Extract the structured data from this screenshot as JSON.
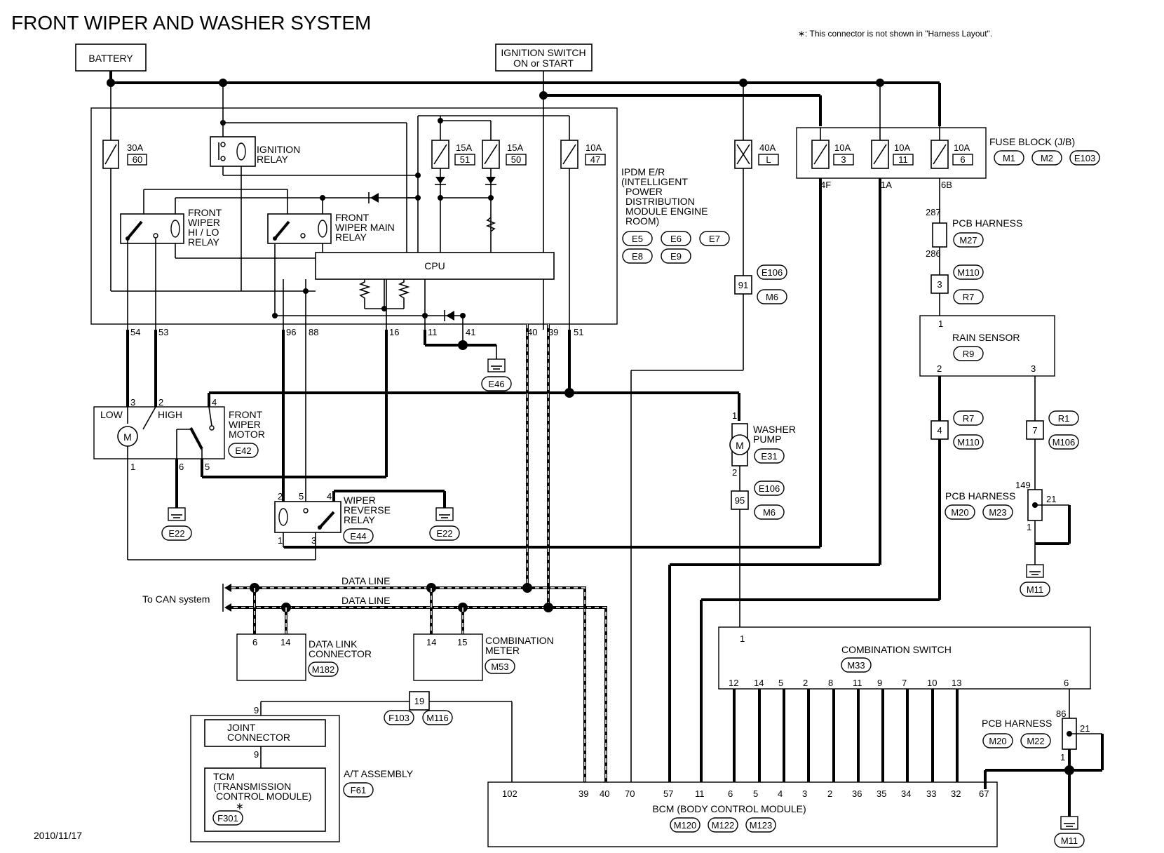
{
  "title": "FRONT WIPER AND WASHER SYSTEM",
  "note": "∗: This connector is not shown in \"Harness Layout\".",
  "date": "2010/11/17",
  "top": {
    "battery": "BATTERY",
    "ign_1": "IGNITION SWITCH",
    "ign_2": "ON or START"
  },
  "ipdm": {
    "lines": [
      "IPDM E/R",
      "(INTELLIGENT",
      "POWER",
      "DISTRIBUTION",
      "MODULE ENGINE",
      "ROOM)"
    ],
    "connectors": [
      "E5",
      "E6",
      "E7",
      "E8",
      "E9"
    ],
    "cpu": "CPU",
    "ign_relay": [
      "IGNITION",
      "RELAY"
    ],
    "hilo_relay": [
      "FRONT",
      "WIPER",
      "HI / LO",
      "RELAY"
    ],
    "main_relay": [
      "FRONT",
      "WIPER MAIN",
      "RELAY"
    ],
    "fuses": [
      {
        "amp": "30A",
        "no": "60"
      },
      {
        "amp": "15A",
        "no": "51"
      },
      {
        "amp": "15A",
        "no": "50"
      },
      {
        "amp": "10A",
        "no": "47"
      }
    ],
    "pins": [
      "54",
      "53",
      "96",
      "88",
      "16",
      "11",
      "41",
      "40",
      "39",
      "51"
    ]
  },
  "fusible": {
    "amp": "40A",
    "no": "L"
  },
  "fuse_block": {
    "label": "FUSE BLOCK (J/B)",
    "connectors": [
      "M1",
      "M2",
      "E103"
    ],
    "fuses": [
      {
        "amp": "10A",
        "no": "3",
        "pin": "4F"
      },
      {
        "amp": "10A",
        "no": "11",
        "pin": "1A"
      },
      {
        "amp": "10A",
        "no": "6",
        "pin": "6B"
      }
    ]
  },
  "ground_e46": "E46",
  "joint_91": {
    "no": "91",
    "c1": "E106",
    "c2": "M6"
  },
  "joint_95": {
    "no": "95",
    "c1": "E106",
    "c2": "M6"
  },
  "pcb_top": {
    "label": "PCB HARNESS",
    "conn": "M27",
    "p1": "287",
    "p2": "286"
  },
  "joint_3": {
    "no": "3",
    "c1": "M110",
    "c2": "R7"
  },
  "rain": {
    "label": "RAIN SENSOR",
    "conn": "R9",
    "p1": "1",
    "p2": "2",
    "p3": "3"
  },
  "joint_4": {
    "no": "4",
    "c1": "R7",
    "c2": "M110"
  },
  "joint_7": {
    "no": "7",
    "c1": "R1",
    "c2": "M106"
  },
  "pcb_mid": {
    "label": "PCB HARNESS",
    "c1": "M20",
    "c2": "M23",
    "p1": "149",
    "p2": "21",
    "p3": "1"
  },
  "ground_m11a": "M11",
  "motor": {
    "label": [
      "FRONT",
      "WIPER",
      "MOTOR"
    ],
    "conn": "E42",
    "low": "LOW",
    "high": "HIGH",
    "m": "M",
    "pins": [
      "3",
      "2",
      "4",
      "1",
      "6",
      "5"
    ]
  },
  "washer": {
    "label": [
      "WASHER",
      "PUMP"
    ],
    "conn": "E31",
    "m": "M",
    "p1": "1",
    "p2": "2"
  },
  "reverse": {
    "label": [
      "WIPER",
      "REVERSE",
      "RELAY"
    ],
    "conn": "E44",
    "pins": [
      "2",
      "5",
      "4",
      "1",
      "3"
    ]
  },
  "ground_e22a": "E22",
  "ground_e22b": "E22",
  "can": {
    "label": "To CAN system",
    "line1": "DATA LINE",
    "line2": "DATA LINE"
  },
  "dlc": {
    "label": [
      "DATA LINK",
      "CONNECTOR"
    ],
    "conn": "M182",
    "p1": "6",
    "p2": "14"
  },
  "meter": {
    "label": [
      "COMBINATION",
      "METER"
    ],
    "conn": "M53",
    "p1": "14",
    "p2": "15"
  },
  "cswitch": {
    "label": "COMBINATION SWITCH",
    "conn": "M33",
    "top_pin": "1",
    "pins": [
      "12",
      "14",
      "5",
      "2",
      "8",
      "11",
      "9",
      "7",
      "10",
      "13",
      "6"
    ]
  },
  "pcb_bot": {
    "label": "PCB HARNESS",
    "c1": "M20",
    "c2": "M22",
    "p1": "86",
    "p2": "21",
    "p3": "1"
  },
  "ground_m11b": "M11",
  "joint_19": {
    "no": "19",
    "c1": "F103",
    "c2": "M116"
  },
  "at": {
    "label": "A/T ASSEMBLY",
    "conn": "F61",
    "joint": [
      "JOINT",
      "CONNECTOR"
    ],
    "p_top": "9",
    "p_mid": "9",
    "tcm": [
      "TCM",
      "(TRANSMISSION",
      "CONTROL MODULE)"
    ],
    "star": "∗",
    "tcm_conn": "F301"
  },
  "bcm": {
    "label": "BCM (BODY CONTROL MODULE)",
    "connectors": [
      "M120",
      "M122",
      "M123"
    ],
    "pins": [
      "102",
      "39",
      "40",
      "70",
      "57",
      "11",
      "6",
      "5",
      "4",
      "3",
      "2",
      "36",
      "35",
      "34",
      "33",
      "32",
      "67"
    ]
  }
}
